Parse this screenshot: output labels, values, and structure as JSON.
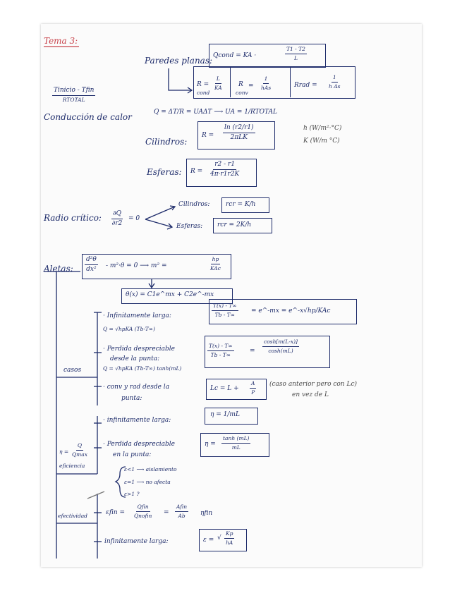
{
  "title": "Tema 3:",
  "side": {
    "frac_num": "Tinicio - Tfin",
    "frac_den": "RTOTAL",
    "heading": "Conducción de calor"
  },
  "paredes": {
    "label": "Paredes planas:",
    "qcond": "Qcond = KA ·",
    "qcond_num": "T1 - T2",
    "qcond_den": "L",
    "r_cond_left": "R =",
    "r_cond_sub": "cond",
    "r_cond_num": "L",
    "r_cond_den": "KA",
    "r_conv_left": "R",
    "r_conv_sub": "conv",
    "r_conv_eq": "=",
    "r_conv_num": "1",
    "r_conv_den": "hAs",
    "r_rad_left": "Rrad =",
    "r_rad_num": "1",
    "r_rad_den": "h As"
  },
  "q_formula": "Q = ΔT/R = UAΔT ⟶ UA = 1/RTOTAL",
  "cilindros": {
    "label": "Cilindros:",
    "r_left": "R =",
    "num": "ln (r2/r1)",
    "den": "2πLK",
    "unit_h": "h (W/m²·°C)",
    "unit_k": "K (W/m °C)"
  },
  "esferas": {
    "label": "Esferas:",
    "r_left": "R =",
    "num": "r2 - r1",
    "den": "4π·r1r2K"
  },
  "radio": {
    "label": "Radio crítico:",
    "num": "∂Q",
    "den": "∂r2",
    "eq": "= 0",
    "cil_label": "Cilindros:",
    "cil_formula": "rcr = K/h",
    "esf_label": "Esferas:",
    "esf_formula": "rcr = 2K/h"
  },
  "aletas": {
    "label": "Aletas:",
    "ode_num": "d²θ",
    "ode_den": "dx²",
    "ode_rest": "- m²·θ = 0 ⟶ m² =",
    "m_num": "hp",
    "m_den": "KAc",
    "theta": "θ(x) = C1e^mx + C2e^-mx"
  },
  "casos": {
    "label": "casos",
    "c1_label": "· Infinitamente larga:",
    "c1_q": "Q = √hpKA (Tb-T∞)",
    "c1_num": "T(x) - T∞",
    "c1_den": "Tb - T∞",
    "c1_rhs": "= e^-mx = e^-x√hp/KAc",
    "c2_label1": "· Perdida despreciable",
    "c2_label2": "desde la punta:",
    "c2_q": "Q = √hpKA (Tb-T∞) tanh(mL)",
    "c2_num": "T(x) - T∞",
    "c2_den": "Tb - T∞",
    "c2_eq": "=",
    "c2_rnum": "cosh[m(L-x)]",
    "c2_rden": "cosh(mL)",
    "c3_label1": "· conv y rad desde la",
    "c3_label2": "punta:",
    "c3_formula_left": "Lc = L +",
    "c3_num": "A",
    "c3_den": "P",
    "c3_note1": "(caso anterior pero con Lc)",
    "c3_note2": "en vez de L"
  },
  "eficiencia": {
    "label_eta": "η =",
    "label_num": "Q",
    "label_den": "Qmax",
    "label": "eficiencia",
    "e1_label": "· infinitamente larga:",
    "e1_formula": "η = 1/mL",
    "e2_label1": "· Perdida despreciable",
    "e2_label2": "en la punta:",
    "e2_left": "η =",
    "e2_num": "tanh (mL)",
    "e2_den": "mL"
  },
  "efectividad": {
    "label": "efectividad",
    "n1": "ε<1 ⟶ aislamiento",
    "n2": "ε=1 ⟶ no afecta",
    "n3": "ε>1 ?",
    "formula_left": "εfin =",
    "f1_num": "Qfin",
    "f1_den": "Qnofin",
    "f_eq": "=",
    "f2_num": "Afin",
    "f2_den": "Ab",
    "f_tail": "ηfin",
    "inf_label": "infinitamente larga:",
    "inf_left": "ε =",
    "inf_num": "Kp",
    "inf_den": "hA"
  }
}
